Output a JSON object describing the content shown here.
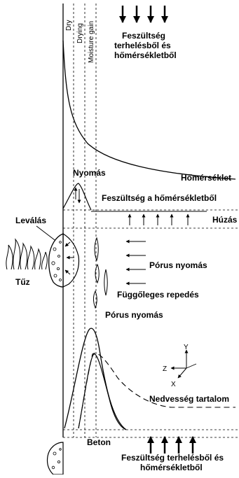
{
  "zones": {
    "dry": "Dry",
    "drying": "Drying",
    "moisture_gain": "Moisture gain"
  },
  "labels": {
    "stress_top": [
      "Feszültség",
      "terhelésből és",
      "hőmérsékletből"
    ],
    "temperature": "Hőmérséklet",
    "compression": "Nyomás",
    "thermal_stress": "Feszültség a hőmérsékletből",
    "tension": "Húzás",
    "spalling": "Leválás",
    "fire": "Tűz",
    "pore_pressure_arrows": "Pórus nyomás",
    "vertical_crack": "Függőleges repedés",
    "pore_pressure_curve": "Pórus nyomás",
    "moisture_content": "Nedvesség tartalom",
    "concrete": "Beton",
    "stress_bottom": [
      "Feszültség terhelésből és",
      "hőmérsékletből"
    ]
  },
  "axes": {
    "z": "Z",
    "y": "Y",
    "x": "X"
  }
}
